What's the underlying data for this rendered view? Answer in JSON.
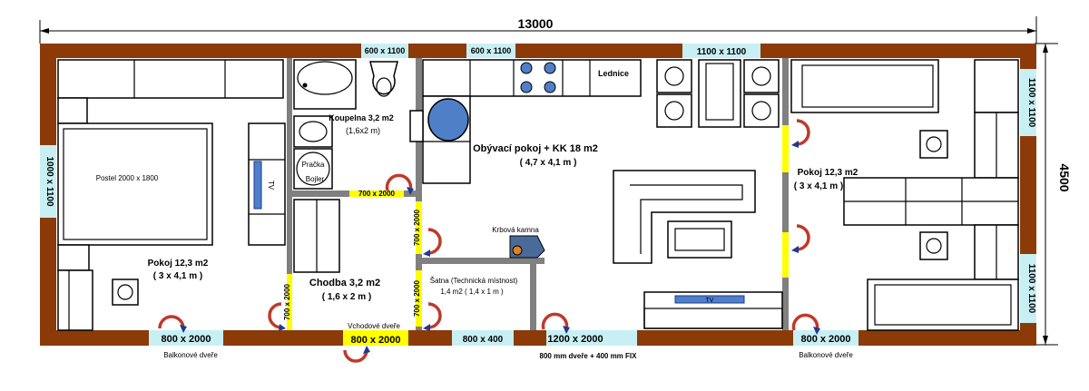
{
  "plan": {
    "total_width": "13000",
    "total_depth": "4500",
    "colors": {
      "outer_wall": "#8b3a08",
      "inner_wall": "#808080",
      "window": "#c8f0f4",
      "door": "#ffff00",
      "door_arc": "#c0392b",
      "door_arc_tip": "#1f3a93",
      "furniture_blue": "#4f7fc7",
      "stove_orange": "#e67e22"
    },
    "rooms": {
      "left_room": {
        "name": "Pokoj  12,3 m2",
        "size": "( 3 x 4,1 m )"
      },
      "bed": "Postel 2000 x 1800",
      "tv_left": "TV",
      "bathroom": {
        "name": "Koupelna 3,2 m2",
        "size": "(1,6x2 m)"
      },
      "washer": "Pračka",
      "boiler": "Bojler",
      "hallway": {
        "name": "Chodba 3,2 m2",
        "size": "( 1,6 x 2 m )"
      },
      "living": {
        "name": "Obývací pokoj + KK  18 m2",
        "size": "( 4,7 x 4,1 m )"
      },
      "fridge": "Lednice",
      "stove": "Krbová kamna",
      "wardrobe": {
        "name": "Šatna (Technická místnost)",
        "size": "1,4 m2  ( 1,4 x 1 m )"
      },
      "tv_living": "TV",
      "right_room": {
        "name": "Pokoj  12,3 m2",
        "size": "( 3 x 4,1 m )"
      }
    },
    "windows": {
      "top_bath": "600 x 1100",
      "top_kitchen": "600 x 1100",
      "top_living": "1100 x 1100",
      "right_upper": "1100 x 1100",
      "right_lower": "1100 x 1100",
      "left": "1000 x 1100",
      "bottom_left": "800 x 2000",
      "bottom_entrance": "800 x 2000",
      "bottom_wardrobe": "800 x 400",
      "bottom_living": "1200 x 2000",
      "bottom_right": "800 x 2000"
    },
    "doors": {
      "bath": "700 x 2000",
      "hall_left": "700 x 2000",
      "hall_right": "700 x 2000",
      "wardrobe": "700 x 2000"
    },
    "notes": {
      "balcony_left": "Balkonové dveře",
      "entrance": "Vchodové dveře",
      "living_door": "800 mm dveře + 400 mm FIX",
      "balcony_right": "Balkonové dveře"
    }
  }
}
